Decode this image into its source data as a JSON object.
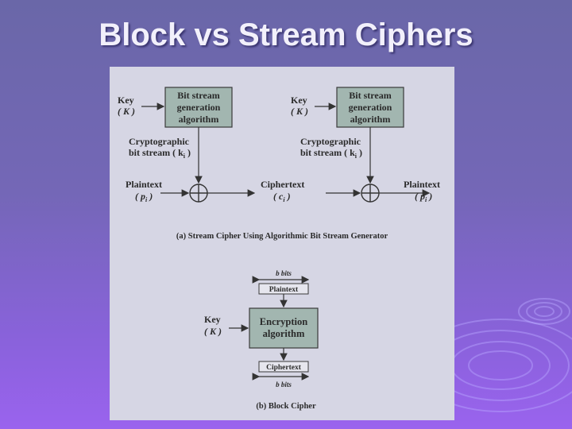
{
  "slide": {
    "title": "Block vs Stream Ciphers"
  },
  "stream_cipher": {
    "left": {
      "key_label": "Key",
      "key_symbol": "( K )",
      "generator_lines": [
        "Bit stream",
        "generation",
        "algorithm"
      ],
      "bitstream_label": "Cryptographic",
      "bitstream_symbol": "bit stream ( k",
      "bitstream_sub": "i",
      "bitstream_close": " )",
      "input_label": "Plaintext",
      "input_symbol": "( p",
      "input_sub": "i",
      "input_close": " )",
      "output_label": "Ciphertext",
      "output_symbol": "( c",
      "output_sub": "i",
      "output_close": " )"
    },
    "right": {
      "key_label": "Key",
      "key_symbol": "( K )",
      "generator_lines": [
        "Bit stream",
        "generation",
        "algorithm"
      ],
      "bitstream_label": "Cryptographic",
      "bitstream_symbol": "bit stream ( k",
      "bitstream_sub": "i",
      "bitstream_close": " )",
      "output_label": "Plaintext",
      "output_symbol": "( p",
      "output_sub": "i",
      "output_close": " )"
    },
    "caption": "(a) Stream Cipher Using Algorithmic Bit Stream Generator"
  },
  "block_cipher": {
    "top_width_label": "b bits",
    "input_box": "Plaintext",
    "key_label": "Key",
    "key_symbol": "( K )",
    "algorithm_lines": [
      "Encryption",
      "algorithm"
    ],
    "output_box": "Ciphertext",
    "bottom_width_label": "b bits",
    "caption": "(b) Block Cipher"
  },
  "colors": {
    "generator_box": "#a2b6b0",
    "figure_bg": "#d6d6e4",
    "title": "#f2f0fb"
  }
}
